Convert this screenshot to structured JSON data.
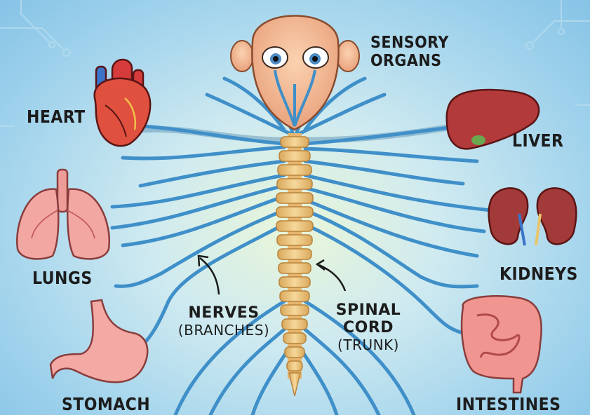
{
  "diagram": {
    "colors": {
      "background": "#9fd2ec",
      "nerve": "#3f8fc9",
      "spine": "#f0c987",
      "organ": "#e06a6a"
    },
    "labels": {
      "sensory_line1": "SENSORY",
      "sensory_line2": "ORGANS",
      "heart": "HEART",
      "liver": "LIVER",
      "lungs": "LUNGS",
      "kidneys": "KIDNEYS",
      "stomach": "STOMACH",
      "intestines": "INTESTINES",
      "nerves_line1": "NERVES",
      "nerves_line2": "(BRANCHES)",
      "spinal_line1": "SPINAL",
      "spinal_line2": "CORD",
      "spinal_line3": "(TRUNK)"
    }
  }
}
